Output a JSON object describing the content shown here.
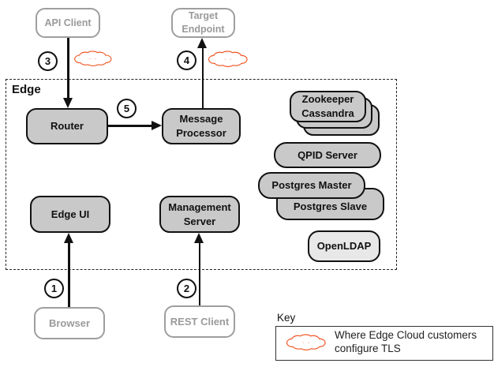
{
  "edge": {
    "label": "Edge"
  },
  "nodes": {
    "api_client": "API Client",
    "target_endpoint": "Target Endpoint",
    "router": "Router",
    "message_processor": "Message Processor",
    "zookeeper": "Zookeeper",
    "cassandra": "Cassandra",
    "qpid_server": "QPID Server",
    "postgres_master": "Postgres Master",
    "postgres_slave": "Postgres Slave",
    "openldap": "OpenLDAP",
    "edge_ui": "Edge UI",
    "management_server": "Management Server",
    "browser": "Browser",
    "rest_client": "REST Client"
  },
  "steps": {
    "1": "1",
    "2": "2",
    "3": "3",
    "4": "4",
    "5": "5"
  },
  "key": {
    "title": "Key",
    "label": "Where Edge Cloud customers configure TLS"
  },
  "colors": {
    "tls_cloud": "#F15B2A",
    "node_fill": "#C9C9C9",
    "openldap_fill": "#E8E8E8",
    "external_gray": "#999999"
  }
}
